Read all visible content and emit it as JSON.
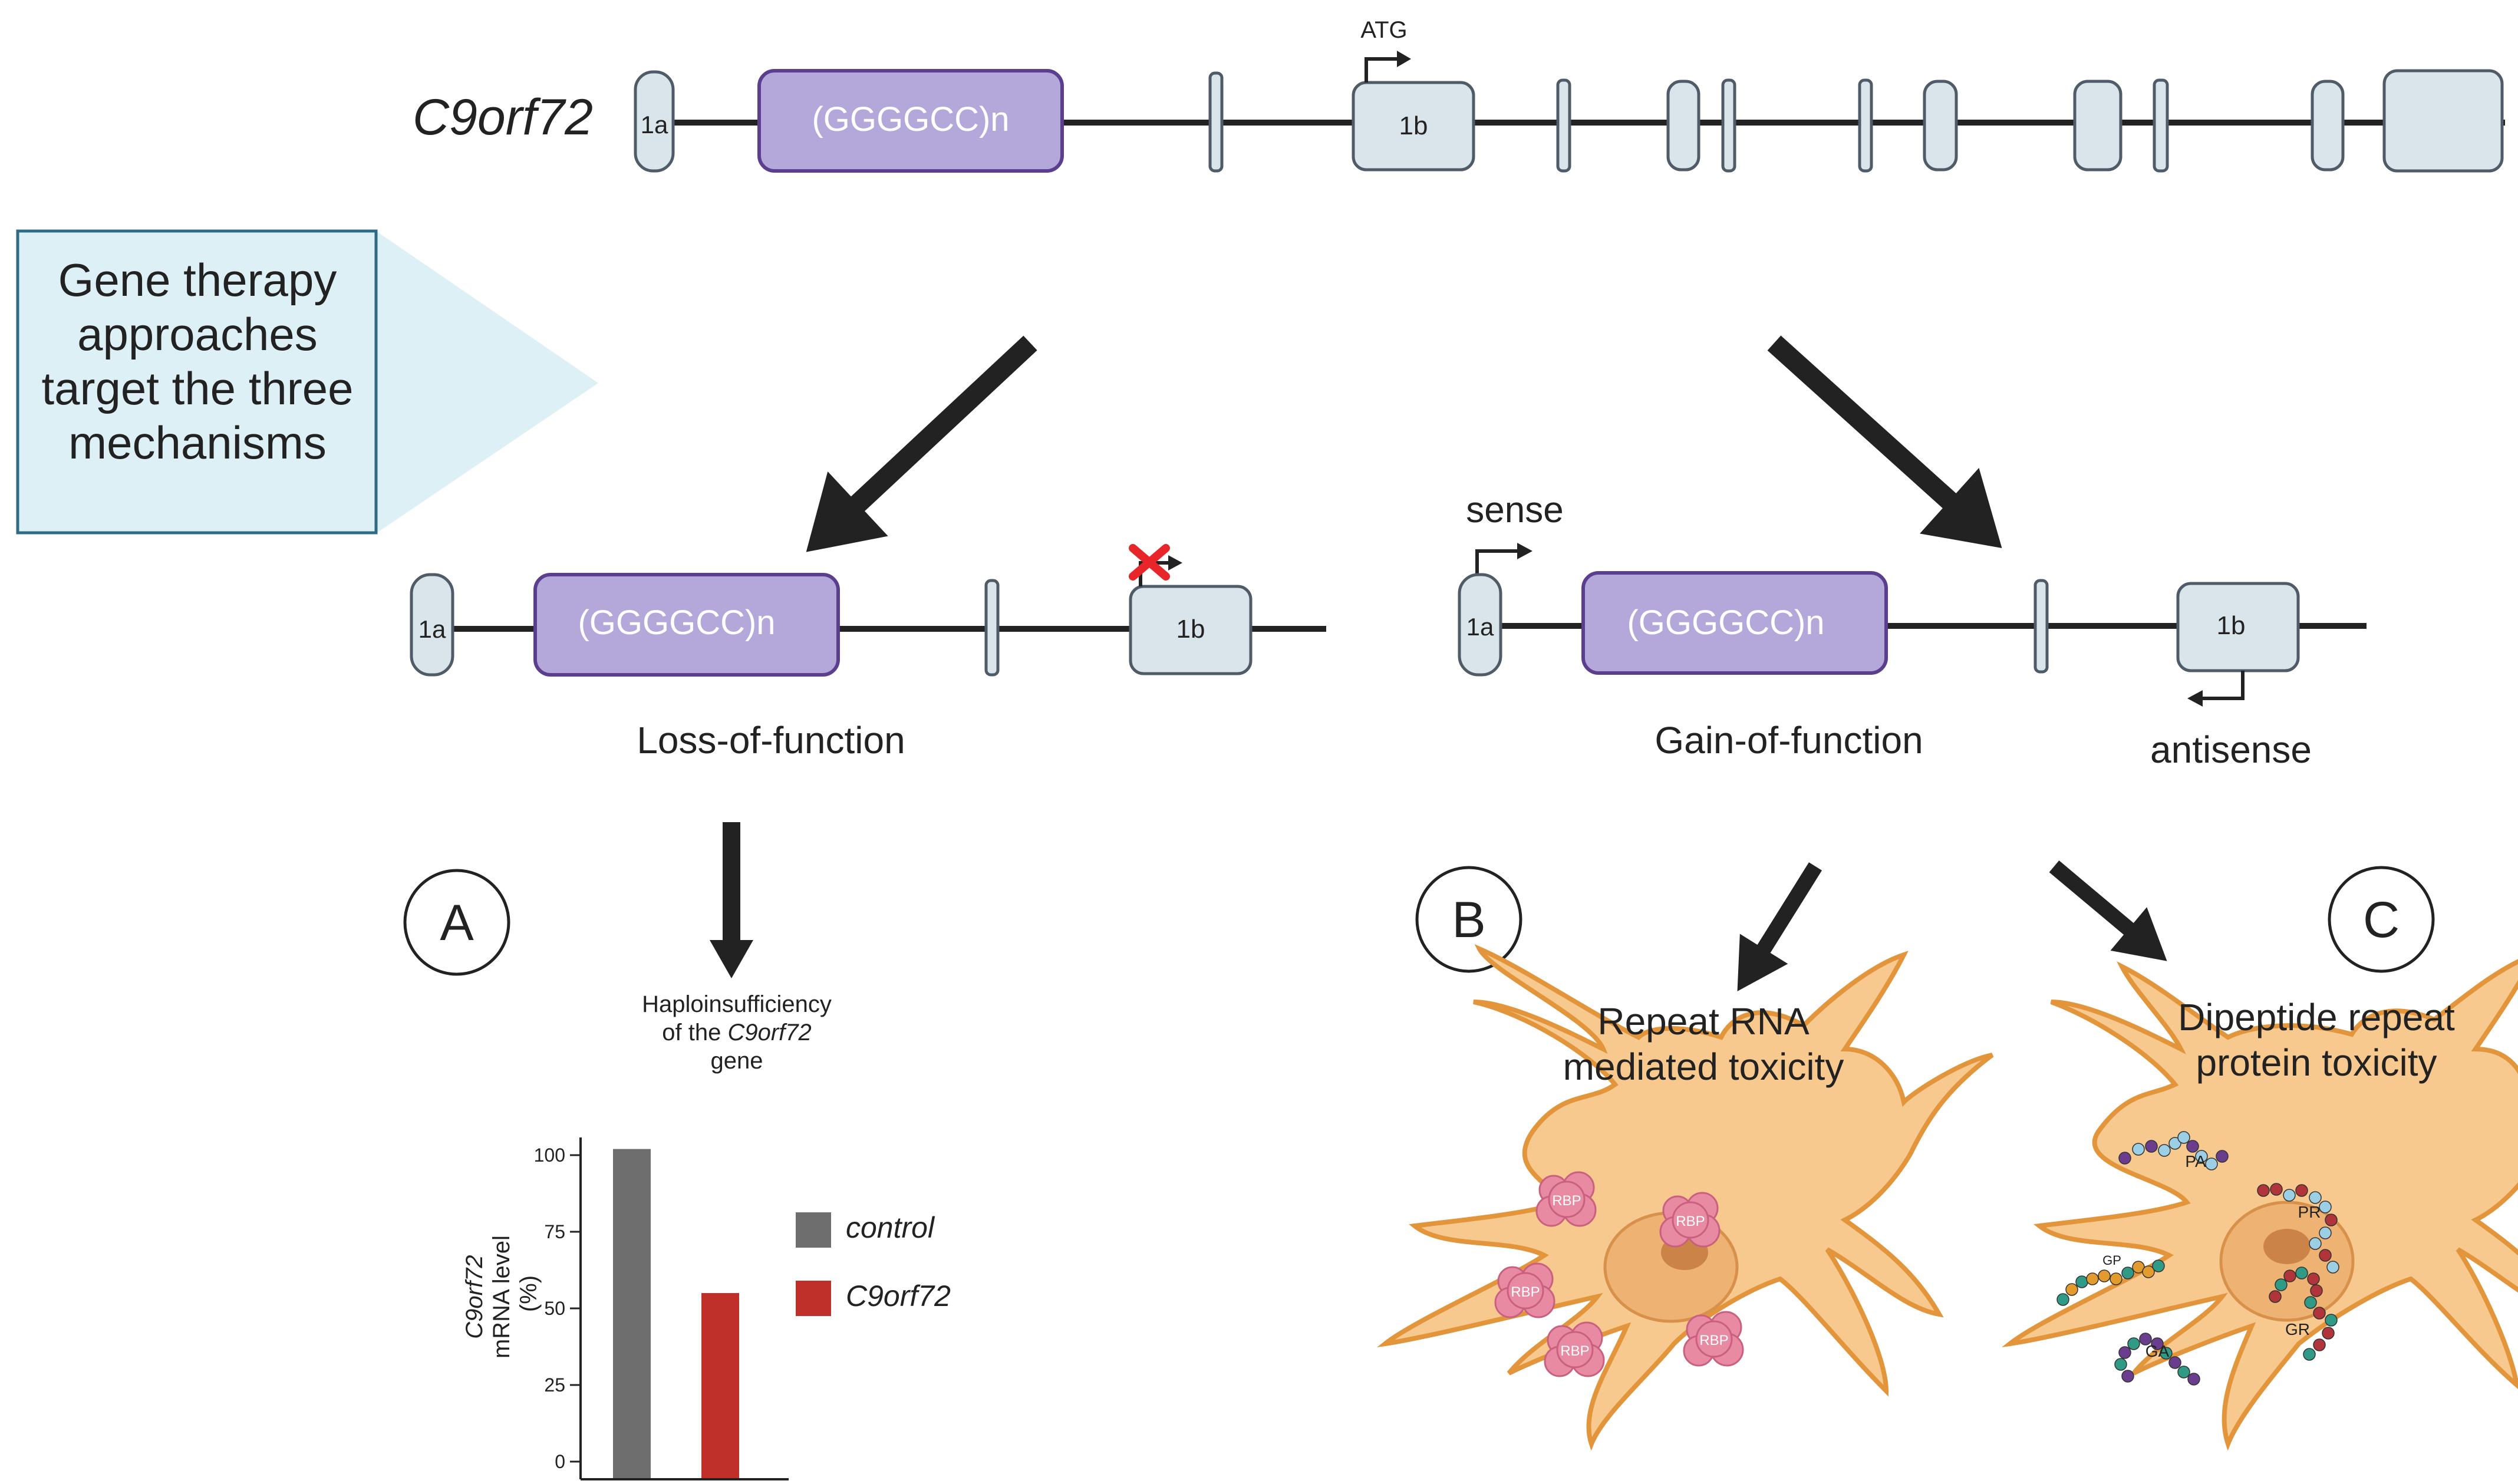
{
  "gene": {
    "name": "C9orf72",
    "exon_1a": "1a",
    "repeat": "(GGGGCC)n",
    "exon_1b": "1b",
    "atg": "ATG"
  },
  "callout": {
    "lines": [
      "Gene therapy",
      "approaches",
      "target the three",
      "mechanisms"
    ],
    "color": "#ddf0f6"
  },
  "loss_of_function": {
    "exon_1a": "1a",
    "repeat": "(GGGGCC)n",
    "exon_1b": "1b",
    "label": "Loss-of-function",
    "panel_letter": "A",
    "haplo_line1": "Haploinsufficiency",
    "haplo_line2_prefix": "of the ",
    "haplo_line2_gene": "C9orf72",
    "haplo_line3": "gene"
  },
  "gain_of_function": {
    "sense_label": "sense",
    "exon_1a": "1a",
    "repeat": "(GGGGCC)n",
    "exon_1b": "1b",
    "label": "Gain-of-function",
    "antisense_label": "antisense"
  },
  "panel_b": {
    "letter": "B",
    "title_line1": "Repeat RNA",
    "title_line2": "mediated toxicity",
    "rbp_label": "RBP"
  },
  "panel_c": {
    "letter": "C",
    "title_line1": "Dipeptide repeat",
    "title_line2": "protein toxicity",
    "dpr_labels": [
      "PA",
      "PR",
      "GP",
      "GA",
      "GR"
    ]
  },
  "colors": {
    "repeat_fill": "#b3a8d9",
    "exon_fill": "#d9e5ea",
    "control_bar": "#6e6e6e",
    "c9_bar": "#c0302b",
    "cell": "#f7c98e",
    "x_mark": "#e8262a"
  },
  "chart_data": {
    "type": "bar",
    "categories": [
      "control",
      "C9orf72"
    ],
    "values": [
      102,
      55
    ],
    "ylabel_line1": "C9orf72",
    "ylabel_line2": "mRNA level",
    "ylabel_line3": "(%)",
    "yticks": [
      "100",
      "75",
      "50",
      "25",
      "0"
    ],
    "ylim": [
      0,
      110
    ],
    "legend": [
      "control",
      "C9orf72"
    ],
    "legend_position": "right",
    "grid": false
  }
}
